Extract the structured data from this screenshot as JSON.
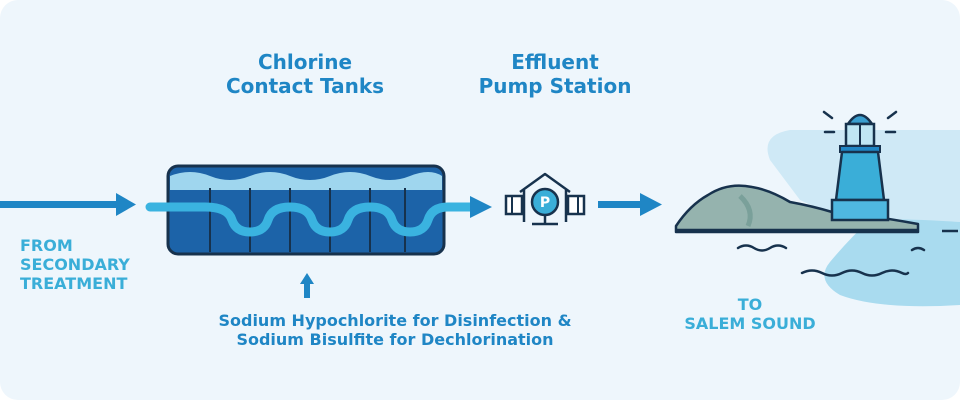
{
  "labels": {
    "chlorine_line1": "Chlorine",
    "chlorine_line2": "Contact Tanks",
    "effluent_line1": "Effluent",
    "effluent_line2": "Pump Station",
    "from_line1": "FROM",
    "from_line2": "SECONDARY",
    "from_line3": "TREATMENT",
    "chem_line1": "Sodium Hypochlorite for Disinfection &",
    "chem_line2": "Sodium Bisulfite for Dechlorination",
    "to_line1": "TO",
    "to_line2": "SALEM SOUND"
  },
  "pump_symbol": "P",
  "colors": {
    "background": "#eef6fc",
    "primary_blue": "#1f86c5",
    "light_blue": "#3aaed8",
    "tank_dark": "#1c63a8",
    "water_light": "#9fd6ee",
    "outline": "#17324d",
    "rock": "#95b3ae",
    "sea": "#a9dbef"
  },
  "icons": [
    "flow-arrow",
    "chlorine-tank",
    "pump-station-icon",
    "lighthouse-icon",
    "rock-island"
  ]
}
